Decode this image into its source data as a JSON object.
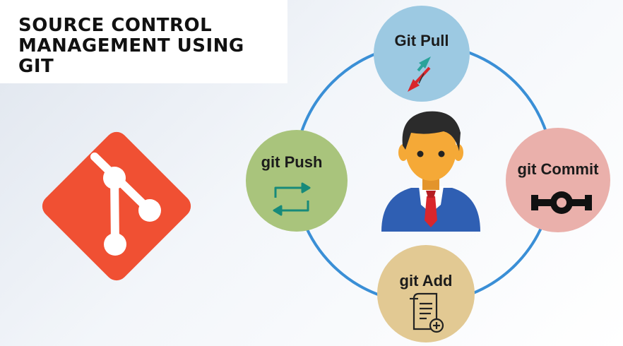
{
  "title": "SOURCE CONTROL\nMANAGEMENT USING\nGIT",
  "nodes": {
    "pull": {
      "label": "Git Pull",
      "color": "#9cc9e2"
    },
    "push": {
      "label": "git Push",
      "color": "#a9c47c"
    },
    "commit": {
      "label": "git Commit",
      "color": "#eab0ab"
    },
    "add": {
      "label": "git Add",
      "color": "#e2c993"
    }
  },
  "colors": {
    "git_logo": "#f05033",
    "cycle_ring": "#3a8fd6",
    "suit": "#2f5fb3",
    "skin": "#f5a937",
    "tie": "#d9262c"
  },
  "icons": {
    "logo": "git-logo-icon",
    "pull": "two-way-arrows-icon",
    "push": "sync-arrows-icon",
    "commit": "commit-node-icon",
    "add": "scroll-add-icon",
    "person": "developer-avatar-icon"
  }
}
